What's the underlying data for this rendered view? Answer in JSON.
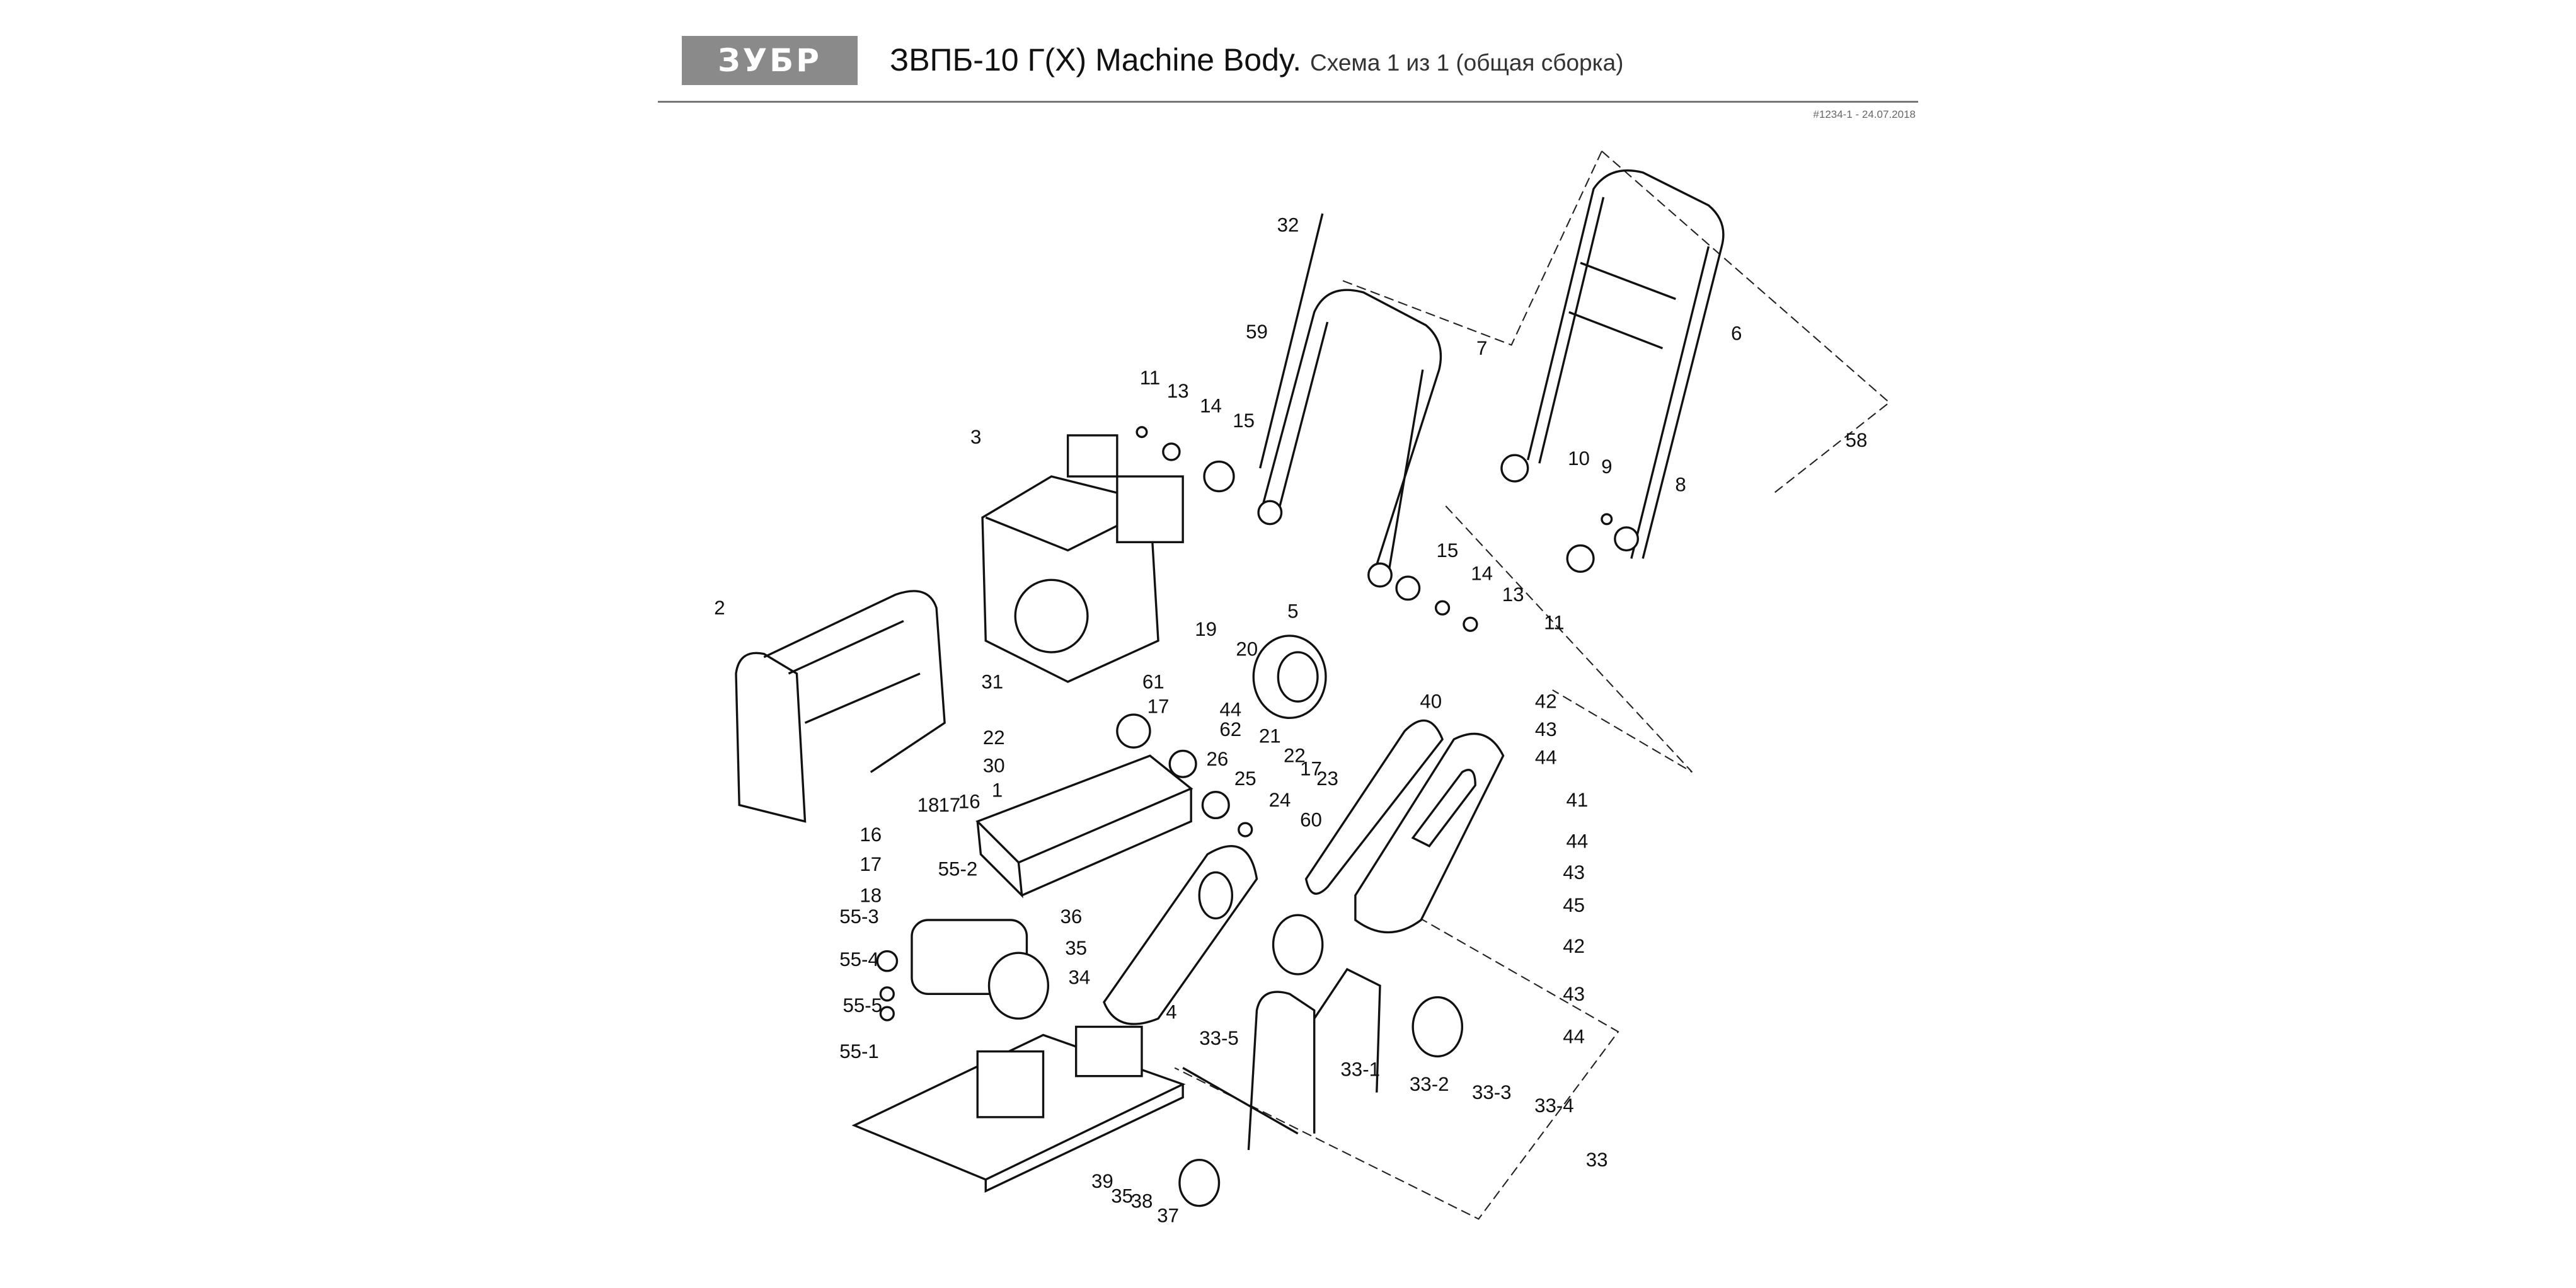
{
  "header": {
    "logo_text": "ЗУБР",
    "title": "ЗВПБ-10 Г(Х) Machine Body.",
    "subtitle": "Схема 1 из 1 (общая сборка)",
    "doc_id": "#1234-1 - 24.07.2018"
  },
  "colors": {
    "logo_bg": "#8a8a8a",
    "rule": "#777777"
  },
  "callouts": [
    "32",
    "59",
    "7",
    "6",
    "58",
    "11",
    "13",
    "14",
    "15",
    "3",
    "10",
    "9",
    "8",
    "2",
    "15",
    "14",
    "13",
    "11",
    "5",
    "19",
    "20",
    "31",
    "61",
    "17",
    "44",
    "62",
    "40",
    "42",
    "43",
    "44",
    "22",
    "30",
    "21",
    "22",
    "17",
    "23",
    "26",
    "18",
    "17",
    "16",
    "1",
    "25",
    "24",
    "41",
    "60",
    "16",
    "17",
    "18",
    "44",
    "43",
    "45",
    "55-2",
    "36",
    "35",
    "34",
    "42",
    "43",
    "55-3",
    "55-4",
    "55-5",
    "44",
    "4",
    "33-5",
    "33-1",
    "33-2",
    "33-3",
    "33-4",
    "55-1",
    "33",
    "39",
    "35",
    "38",
    "37"
  ]
}
